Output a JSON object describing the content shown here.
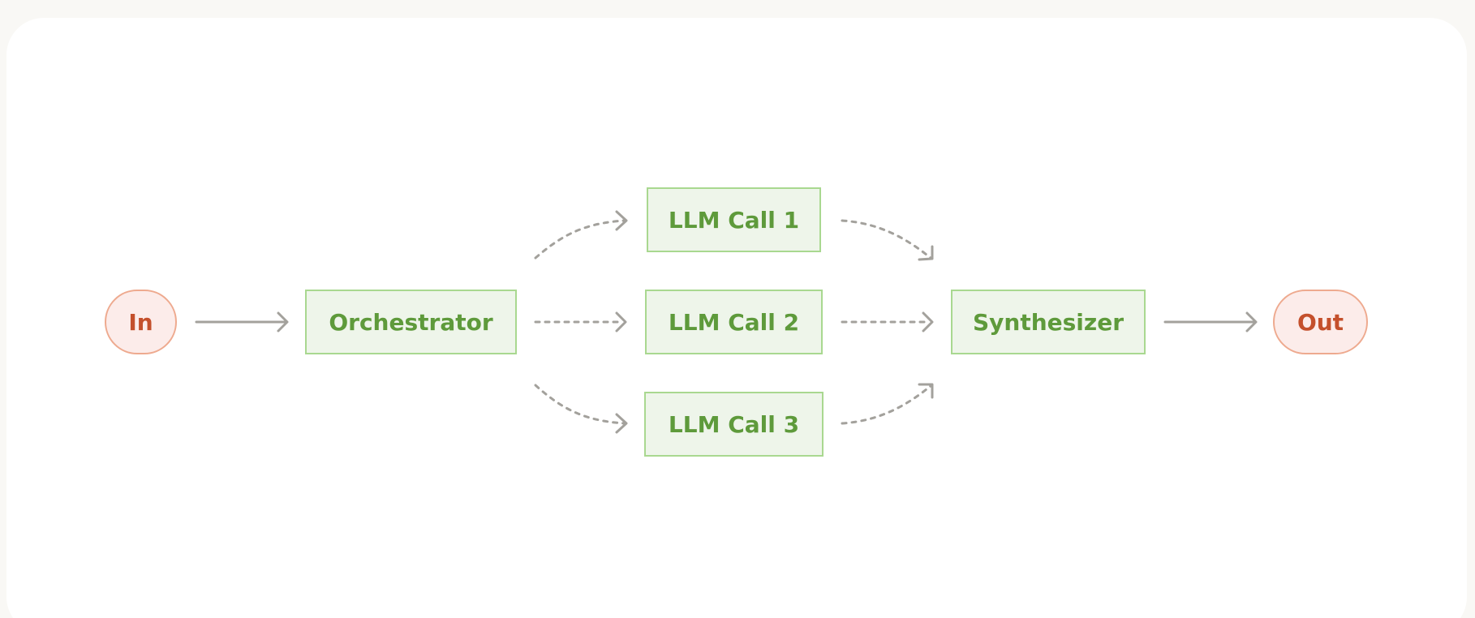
{
  "nodes": {
    "input": "In",
    "orchestrator": "Orchestrator",
    "llm_calls": [
      "LLM Call 1",
      "LLM Call 2",
      "LLM Call 3"
    ],
    "synthesizer": "Synthesizer",
    "output": "Out"
  },
  "colors": {
    "terminal_fill": "#fcecea",
    "terminal_border": "#eeaa8f",
    "terminal_text": "#c4502c",
    "process_fill": "#eef5ea",
    "process_border": "#a9d890",
    "process_text": "#5e9a3b",
    "arrow": "#a3a19c",
    "page_background": "#f9f8f5",
    "card_background": "#ffffff"
  },
  "edges": [
    {
      "from": "input",
      "to": "orchestrator",
      "style": "solid"
    },
    {
      "from": "orchestrator",
      "to": "llm_call_1",
      "style": "dashed"
    },
    {
      "from": "orchestrator",
      "to": "llm_call_2",
      "style": "dashed"
    },
    {
      "from": "orchestrator",
      "to": "llm_call_3",
      "style": "dashed"
    },
    {
      "from": "llm_call_1",
      "to": "synthesizer",
      "style": "dashed"
    },
    {
      "from": "llm_call_2",
      "to": "synthesizer",
      "style": "dashed"
    },
    {
      "from": "llm_call_3",
      "to": "synthesizer",
      "style": "dashed"
    },
    {
      "from": "synthesizer",
      "to": "output",
      "style": "solid"
    }
  ]
}
